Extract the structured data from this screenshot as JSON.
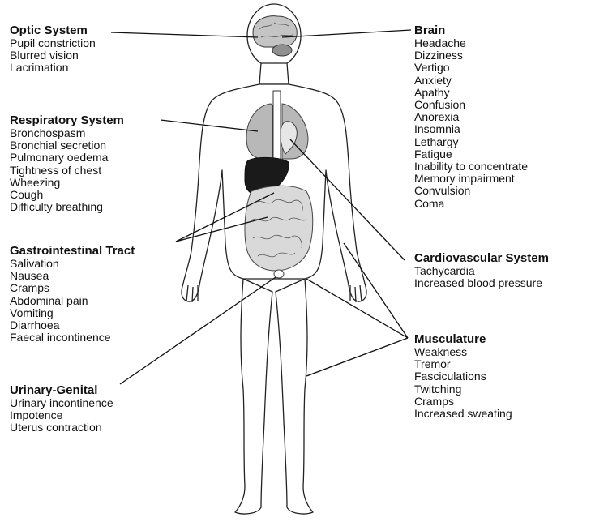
{
  "labels": {
    "optic": {
      "heading": "Optic System",
      "items": [
        "Pupil constriction",
        "Blurred vision",
        "Lacrimation"
      ]
    },
    "respiratory": {
      "heading": "Respiratory System",
      "items": [
        "Bronchospasm",
        "Bronchial secretion",
        "Pulmonary oedema",
        "Tightness of chest",
        "Wheezing",
        "Cough",
        "Difficulty breathing"
      ]
    },
    "gastrointestinal": {
      "heading": "Gastrointestinal Tract",
      "items": [
        "Salivation",
        "Nausea",
        "Cramps",
        "Abdominal pain",
        "Vomiting",
        "Diarrhoea",
        "Faecal incontinence"
      ]
    },
    "urogenital": {
      "heading": "Urinary-Genital",
      "items": [
        "Urinary incontinence",
        "Impotence",
        "Uterus contraction"
      ]
    },
    "brain": {
      "heading": "Brain",
      "items": [
        "Headache",
        "Dizziness",
        "Vertigo",
        "Anxiety",
        "Apathy",
        "Confusion",
        "Anorexia",
        "Insomnia",
        "Lethargy",
        "Fatigue",
        "Inability to concentrate",
        "Memory impairment",
        "Convulsion",
        "Coma"
      ]
    },
    "cardiovascular": {
      "heading": "Cardiovascular System",
      "items": [
        "Tachycardia",
        "Increased blood pressure"
      ]
    },
    "musculature": {
      "heading": "Musculature",
      "items": [
        "Weakness",
        "Tremor",
        "Fasciculations",
        "Twitching",
        "Cramps",
        "Increased sweating"
      ]
    }
  },
  "colors": {
    "outline": "#222222",
    "lung": "#b8b8b8",
    "liver": "#1a1a1a",
    "intestine": "#d9d9d9",
    "brain": "#c4c4c4",
    "leader": "#111111"
  }
}
